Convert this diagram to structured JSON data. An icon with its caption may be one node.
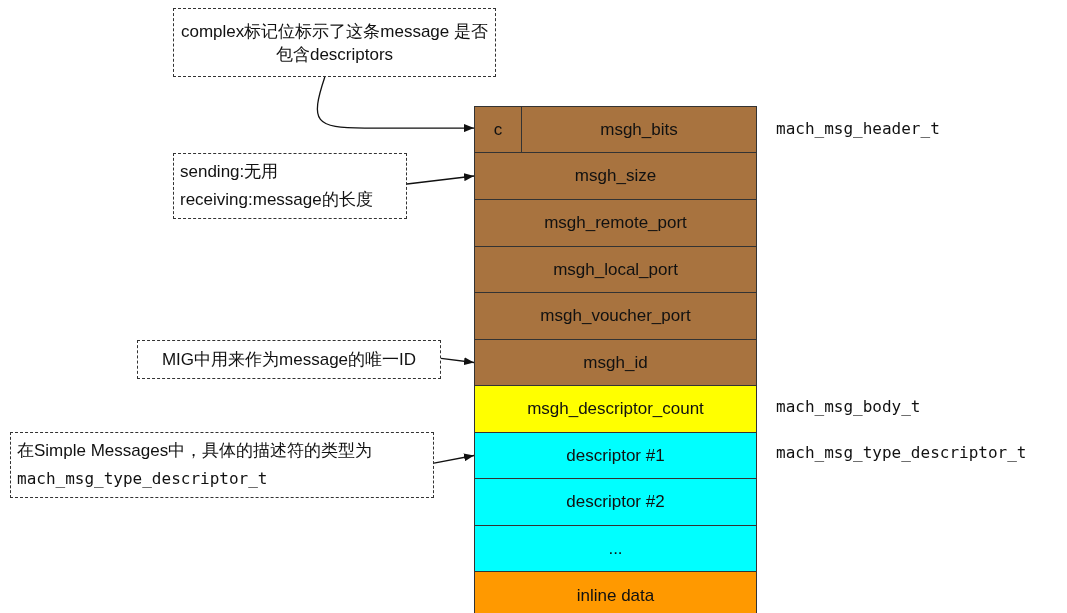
{
  "diagram": {
    "nodes": [
      {
        "text": [
          "complex标记位标示了这条message 是否包含descriptors"
        ]
      },
      {
        "text": [
          "sending:无用",
          "receiving:message的长度"
        ]
      },
      {
        "text": [
          "MIG中用来作为message的唯一ID"
        ]
      },
      {
        "text": [
          "在Simple Messages中，具体的描述符的类型为",
          "mach_msg_type_descriptor_t"
        ]
      },
      {
        "text": [
          "c"
        ]
      },
      {
        "text": [
          "msgh_bits"
        ]
      },
      {
        "text": [
          "msgh_size"
        ]
      },
      {
        "text": [
          "msgh_remote_port"
        ]
      },
      {
        "text": [
          "msgh_local_port"
        ]
      },
      {
        "text": [
          "msgh_voucher_port"
        ]
      },
      {
        "text": [
          "msgh_id"
        ]
      },
      {
        "text": [
          "msgh_descriptor_count"
        ]
      },
      {
        "text": [
          "descriptor #1"
        ]
      },
      {
        "text": [
          "descriptor #2"
        ]
      },
      {
        "text": [
          "..."
        ]
      },
      {
        "text": [
          "inline data"
        ]
      }
    ],
    "edges": [
      {
        "from": 0,
        "to": 4,
        "arrow": "to"
      },
      {
        "from": 1,
        "to": 6,
        "arrow": "to"
      },
      {
        "from": 2,
        "to": 10,
        "arrow": "to"
      },
      {
        "from": 3,
        "to": 12,
        "arrow": "to"
      }
    ],
    "labels": [
      "mach_msg_header_t",
      "mach_msg_body_t",
      "mach_msg_type_descriptor_t"
    ]
  }
}
